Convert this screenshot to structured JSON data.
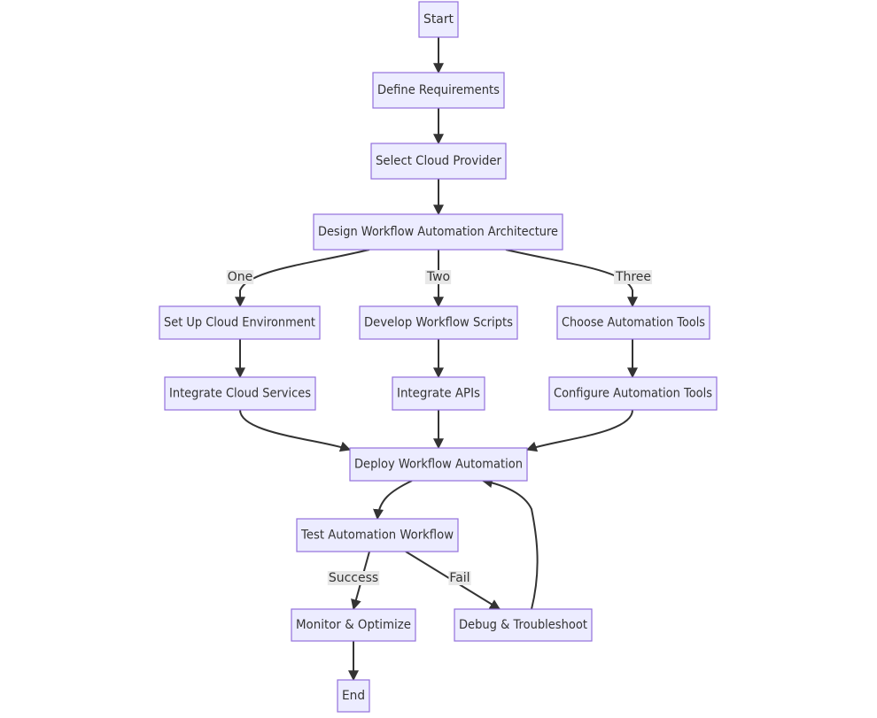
{
  "diagram": {
    "type": "flowchart",
    "nodes": [
      {
        "id": "start",
        "label": "Start"
      },
      {
        "id": "define",
        "label": "Define Requirements"
      },
      {
        "id": "select",
        "label": "Select Cloud Provider"
      },
      {
        "id": "design",
        "label": "Design Workflow Automation Architecture"
      },
      {
        "id": "setup",
        "label": "Set Up Cloud Environment"
      },
      {
        "id": "develop",
        "label": "Develop Workflow Scripts"
      },
      {
        "id": "choose",
        "label": "Choose Automation Tools"
      },
      {
        "id": "integrate_cloud",
        "label": "Integrate Cloud Services"
      },
      {
        "id": "integrate_apis",
        "label": "Integrate APIs"
      },
      {
        "id": "configure",
        "label": "Configure Automation Tools"
      },
      {
        "id": "deploy",
        "label": "Deploy Workflow Automation"
      },
      {
        "id": "test",
        "label": "Test Automation Workflow"
      },
      {
        "id": "monitor",
        "label": "Monitor & Optimize"
      },
      {
        "id": "debug",
        "label": "Debug & Troubleshoot"
      },
      {
        "id": "end",
        "label": "End"
      }
    ],
    "edges": [
      {
        "id": "e_start_define",
        "from": "start",
        "to": "define"
      },
      {
        "id": "e_define_select",
        "from": "define",
        "to": "select"
      },
      {
        "id": "e_select_design",
        "from": "select",
        "to": "design"
      },
      {
        "id": "e_design_setup",
        "from": "design",
        "to": "setup",
        "label": "One"
      },
      {
        "id": "e_design_develop",
        "from": "design",
        "to": "develop",
        "label": "Two"
      },
      {
        "id": "e_design_choose",
        "from": "design",
        "to": "choose",
        "label": "Three"
      },
      {
        "id": "e_setup_intcloud",
        "from": "setup",
        "to": "integrate_cloud"
      },
      {
        "id": "e_develop_intapis",
        "from": "develop",
        "to": "integrate_apis"
      },
      {
        "id": "e_choose_configure",
        "from": "choose",
        "to": "configure"
      },
      {
        "id": "e_intcloud_deploy",
        "from": "integrate_cloud",
        "to": "deploy"
      },
      {
        "id": "e_intapis_deploy",
        "from": "integrate_apis",
        "to": "deploy"
      },
      {
        "id": "e_configure_deploy",
        "from": "configure",
        "to": "deploy"
      },
      {
        "id": "e_deploy_test",
        "from": "deploy",
        "to": "test"
      },
      {
        "id": "e_test_monitor",
        "from": "test",
        "to": "monitor",
        "label": "Success"
      },
      {
        "id": "e_test_debug",
        "from": "test",
        "to": "debug",
        "label": "Fail"
      },
      {
        "id": "e_debug_deploy",
        "from": "debug",
        "to": "deploy"
      },
      {
        "id": "e_monitor_end",
        "from": "monitor",
        "to": "end"
      }
    ]
  }
}
